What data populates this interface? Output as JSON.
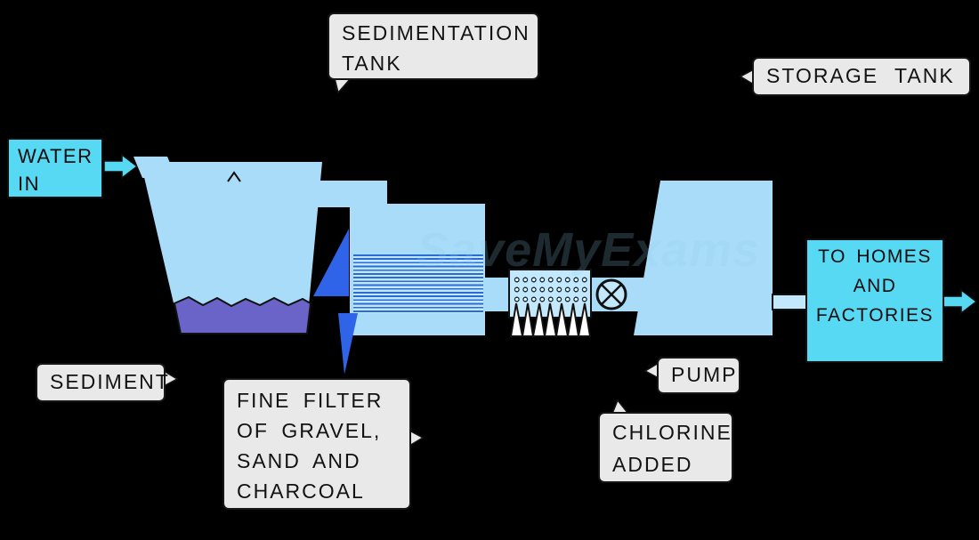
{
  "title": "Water treatment process diagram",
  "colors": {
    "background": "#000000",
    "label_bg": "#e9e9e9",
    "outline": "#141414",
    "cyan": "#57d9f3",
    "water": "#a9dcf8",
    "water_light": "#c3e8fc",
    "sediment": "#6a63c8",
    "callout_blue": "#2f63e8",
    "stripe": "#2a6bd8"
  },
  "labels": {
    "water_in": {
      "line1": "WATER",
      "line2": "IN"
    },
    "sedimentation_tank": {
      "line1": "SEDIMENTATION",
      "line2": "TANK"
    },
    "storage_tank": {
      "text": "STORAGE  TANK"
    },
    "sediment": {
      "text": "SEDIMENT"
    },
    "fine_filter": {
      "line1": "FINE  FILTER",
      "line2": "OF  GRAVEL,",
      "line3": "SAND  AND",
      "line4": "CHARCOAL"
    },
    "pump": {
      "text": "PUMP"
    },
    "chlorine": {
      "line1": "CHLORINE",
      "line2": "ADDED"
    },
    "to_homes": {
      "line1": "TO",
      "line2": "HOMES",
      "line3": "AND",
      "line4": "FACTORIES"
    }
  },
  "watermark": "SaveMyExams"
}
